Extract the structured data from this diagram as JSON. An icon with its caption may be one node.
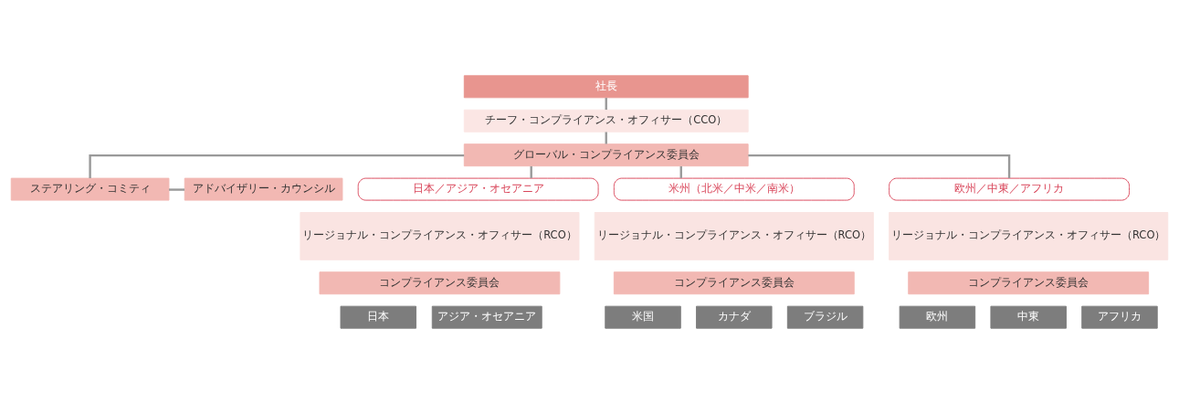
{
  "diagram": {
    "nodes": [
      {
        "text": [
          "社長"
        ]
      },
      {
        "text": [
          "チーフ・コンプライアンス・オフィサー（CCO）"
        ]
      },
      {
        "text": [
          "グローバル・コンプライアンス委員会"
        ]
      },
      {
        "text": [
          "ステアリング・コミティ"
        ]
      },
      {
        "text": [
          "アドバイザリー・カウンシル"
        ]
      },
      {
        "text": [
          "日本／アジア・オセアニア"
        ]
      },
      {
        "text": [
          "リージョナル・コンプライアンス・オフィサー（RCO）"
        ]
      },
      {
        "text": [
          "コンプライアンス委員会"
        ]
      },
      {
        "text": [
          "日本"
        ]
      },
      {
        "text": [
          "アジア・オセアニア"
        ]
      },
      {
        "text": [
          "米州（北米／中米／南米）"
        ]
      },
      {
        "text": [
          "リージョナル・コンプライアンス・オフィサー（RCO）"
        ]
      },
      {
        "text": [
          "コンプライアンス委員会"
        ]
      },
      {
        "text": [
          "米国"
        ]
      },
      {
        "text": [
          "カナダ"
        ]
      },
      {
        "text": [
          "ブラジル"
        ]
      },
      {
        "text": [
          "欧州／中東／アフリカ"
        ]
      },
      {
        "text": [
          "リージョナル・コンプライアンス・オフィサー（RCO）"
        ]
      },
      {
        "text": [
          "コンプライアンス委員会"
        ]
      },
      {
        "text": [
          "欧州"
        ]
      },
      {
        "text": [
          "中東"
        ]
      },
      {
        "text": [
          "アフリカ"
        ]
      }
    ],
    "edges": [
      {
        "from": 0,
        "to": 1,
        "arrow": "none"
      },
      {
        "from": 1,
        "to": 2,
        "arrow": "none"
      },
      {
        "from": 2,
        "to": 3,
        "arrow": "none"
      },
      {
        "from": 3,
        "to": 4,
        "arrow": "none"
      },
      {
        "from": 2,
        "to": 5,
        "arrow": "none"
      },
      {
        "from": 2,
        "to": 10,
        "arrow": "none"
      },
      {
        "from": 2,
        "to": 16,
        "arrow": "none"
      }
    ]
  }
}
